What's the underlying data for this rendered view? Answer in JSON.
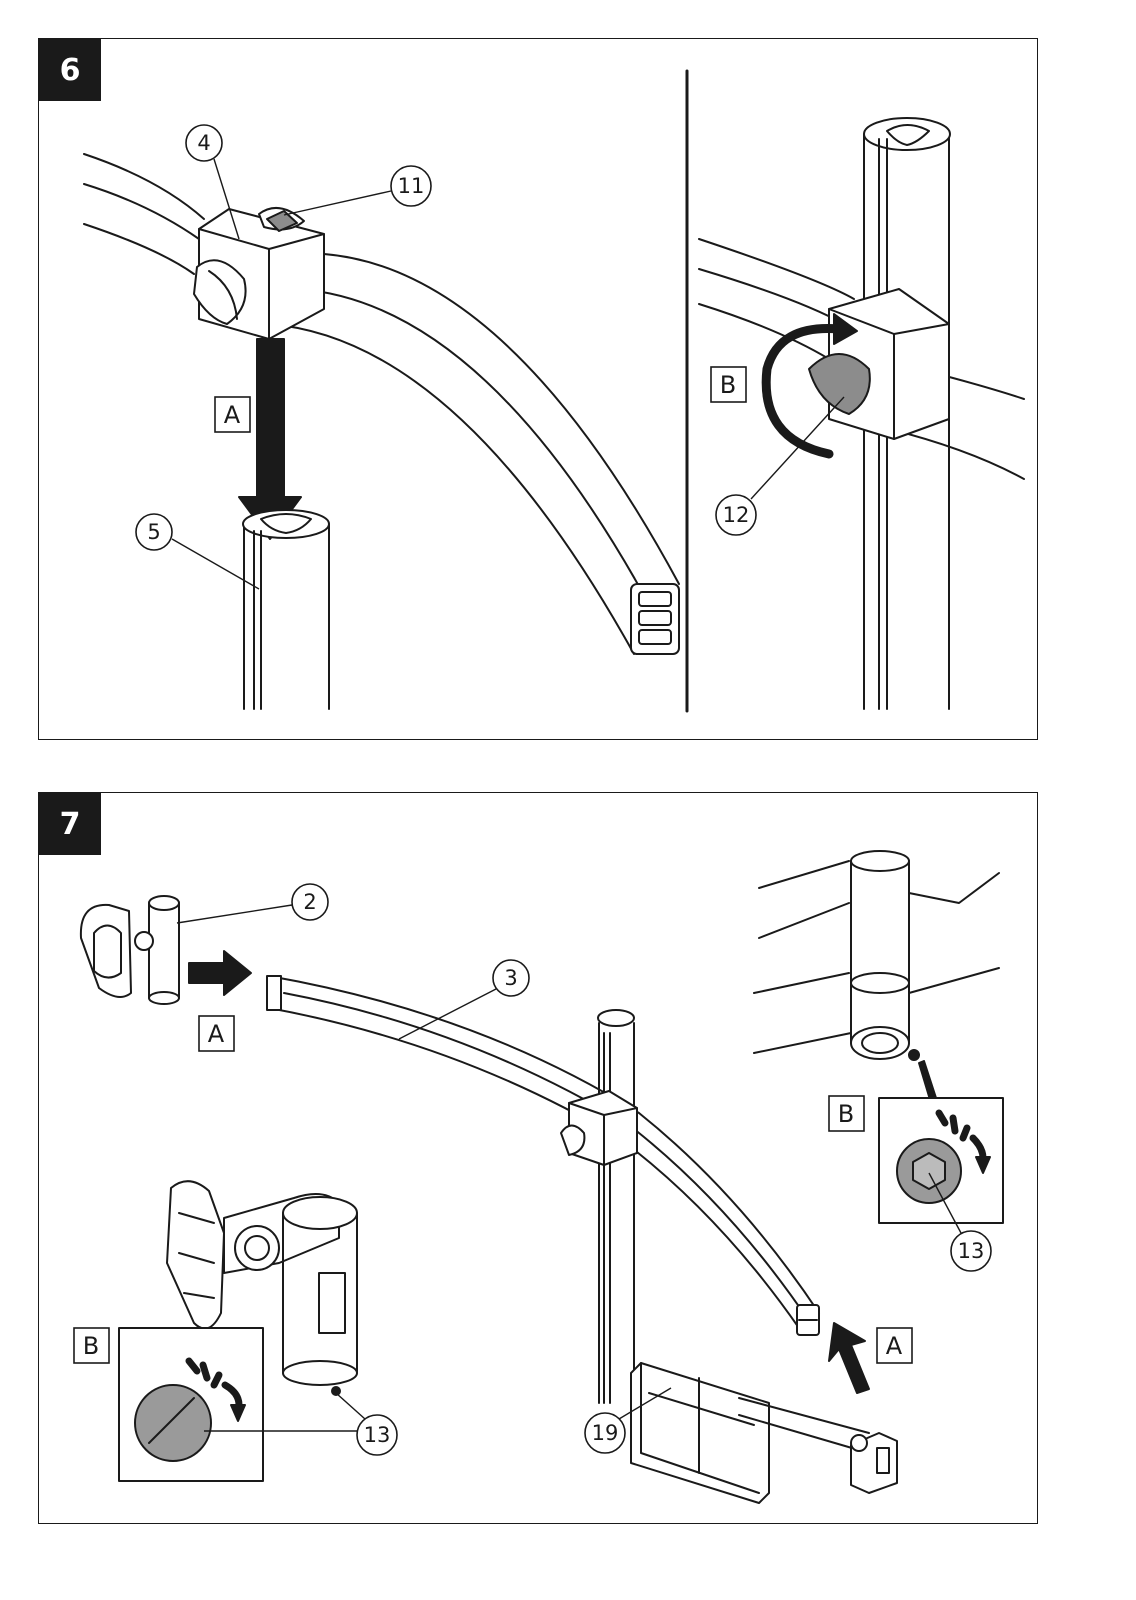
{
  "steps": [
    {
      "number": "6",
      "callouts": [
        "4",
        "11",
        "5",
        "12"
      ],
      "letters": [
        "A",
        "B"
      ]
    },
    {
      "number": "7",
      "callouts": [
        "2",
        "3",
        "13",
        "13",
        "19"
      ],
      "letters": [
        "A",
        "B",
        "A",
        "B"
      ]
    }
  ],
  "colors": {
    "line": "#1a1a1a",
    "part_fill": "#ffffff",
    "knob_fill": "#8c8c8c",
    "badge": "#1a1a1a"
  }
}
